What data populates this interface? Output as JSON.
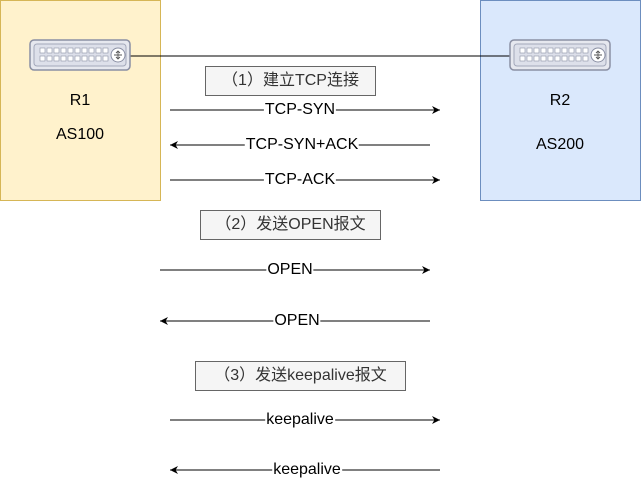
{
  "nodes": {
    "r1": {
      "name": "R1",
      "as": "AS100",
      "fill": "#fff2cc",
      "stroke": "#d6b656"
    },
    "r2": {
      "name": "R2",
      "as": "AS200",
      "fill": "#dae8fc",
      "stroke": "#6c8ebf"
    }
  },
  "steps": [
    {
      "label": "（1）建立TCP连接"
    },
    {
      "label": "（2）发送OPEN报文"
    },
    {
      "label": "（3）发送keepalive报文"
    }
  ],
  "messages": [
    {
      "label": "TCP-SYN",
      "direction": "right"
    },
    {
      "label": "TCP-SYN+ACK",
      "direction": "left"
    },
    {
      "label": "TCP-ACK",
      "direction": "right"
    },
    {
      "label": "OPEN",
      "direction": "right"
    },
    {
      "label": "OPEN",
      "direction": "left"
    },
    {
      "label": "keepalive",
      "direction": "right"
    },
    {
      "label": "keepalive",
      "direction": "left"
    }
  ],
  "icons": {
    "router": "router-icon"
  }
}
